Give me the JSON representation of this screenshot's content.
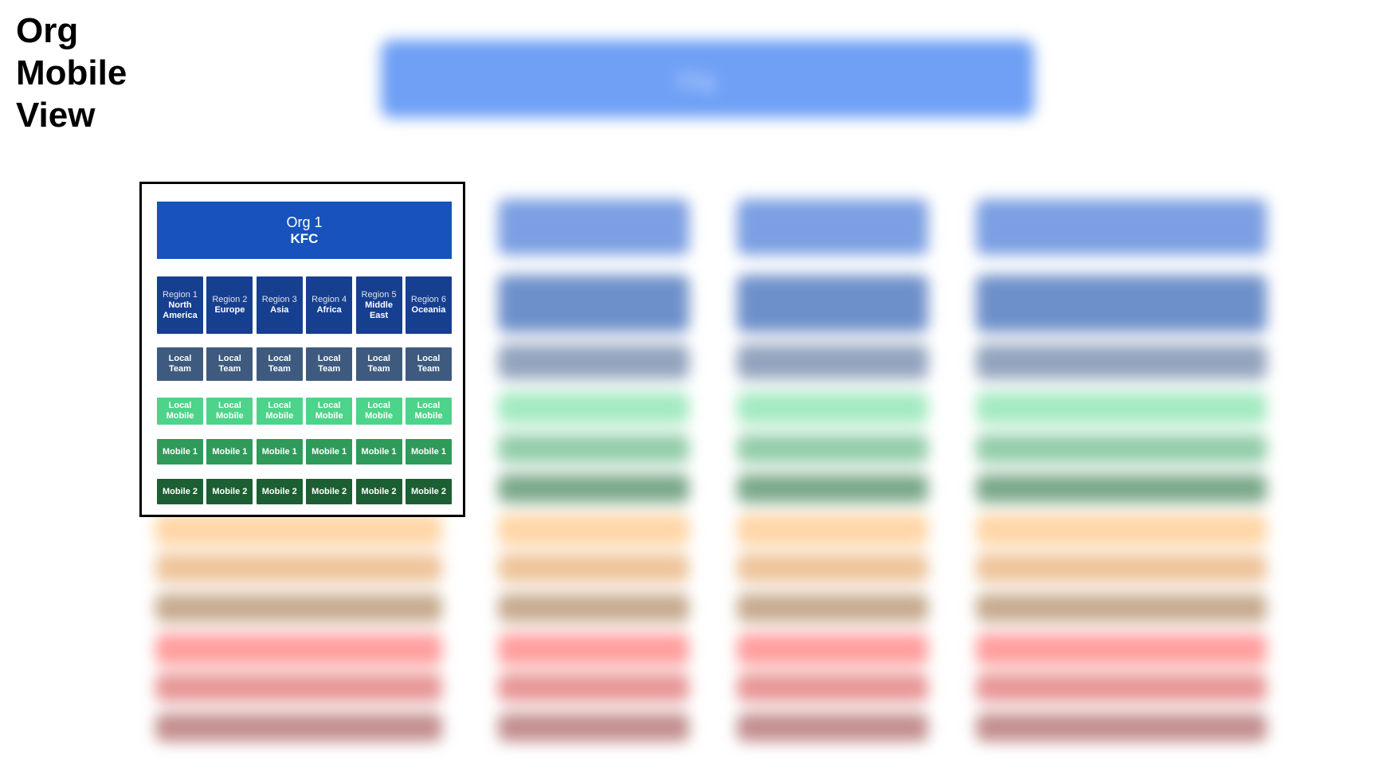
{
  "title_lines": [
    "Org",
    "Mobile",
    "View"
  ],
  "blurred_header_label": "Org",
  "org": {
    "label": "Org 1",
    "name": "KFC"
  },
  "regions": [
    {
      "label": "Region 1",
      "name": "North America"
    },
    {
      "label": "Region 2",
      "name": "Europe"
    },
    {
      "label": "Region 3",
      "name": "Asia"
    },
    {
      "label": "Region 4",
      "name": "Africa"
    },
    {
      "label": "Region 5",
      "name": "Middle East"
    },
    {
      "label": "Region 6",
      "name": "Oceania"
    }
  ],
  "local_team_label": "Local Team",
  "local_mobile_label": "Local Mobile",
  "mobile1_label": "Mobile 1",
  "mobile2_label": "Mobile 2",
  "colors": {
    "org_header": "#1752bd",
    "region": "#173f8f",
    "local_team": "#3e5b7f",
    "local_mobile": "#4ed38a",
    "mobile1": "#2f9a5a",
    "mobile2": "#1c5f32"
  }
}
